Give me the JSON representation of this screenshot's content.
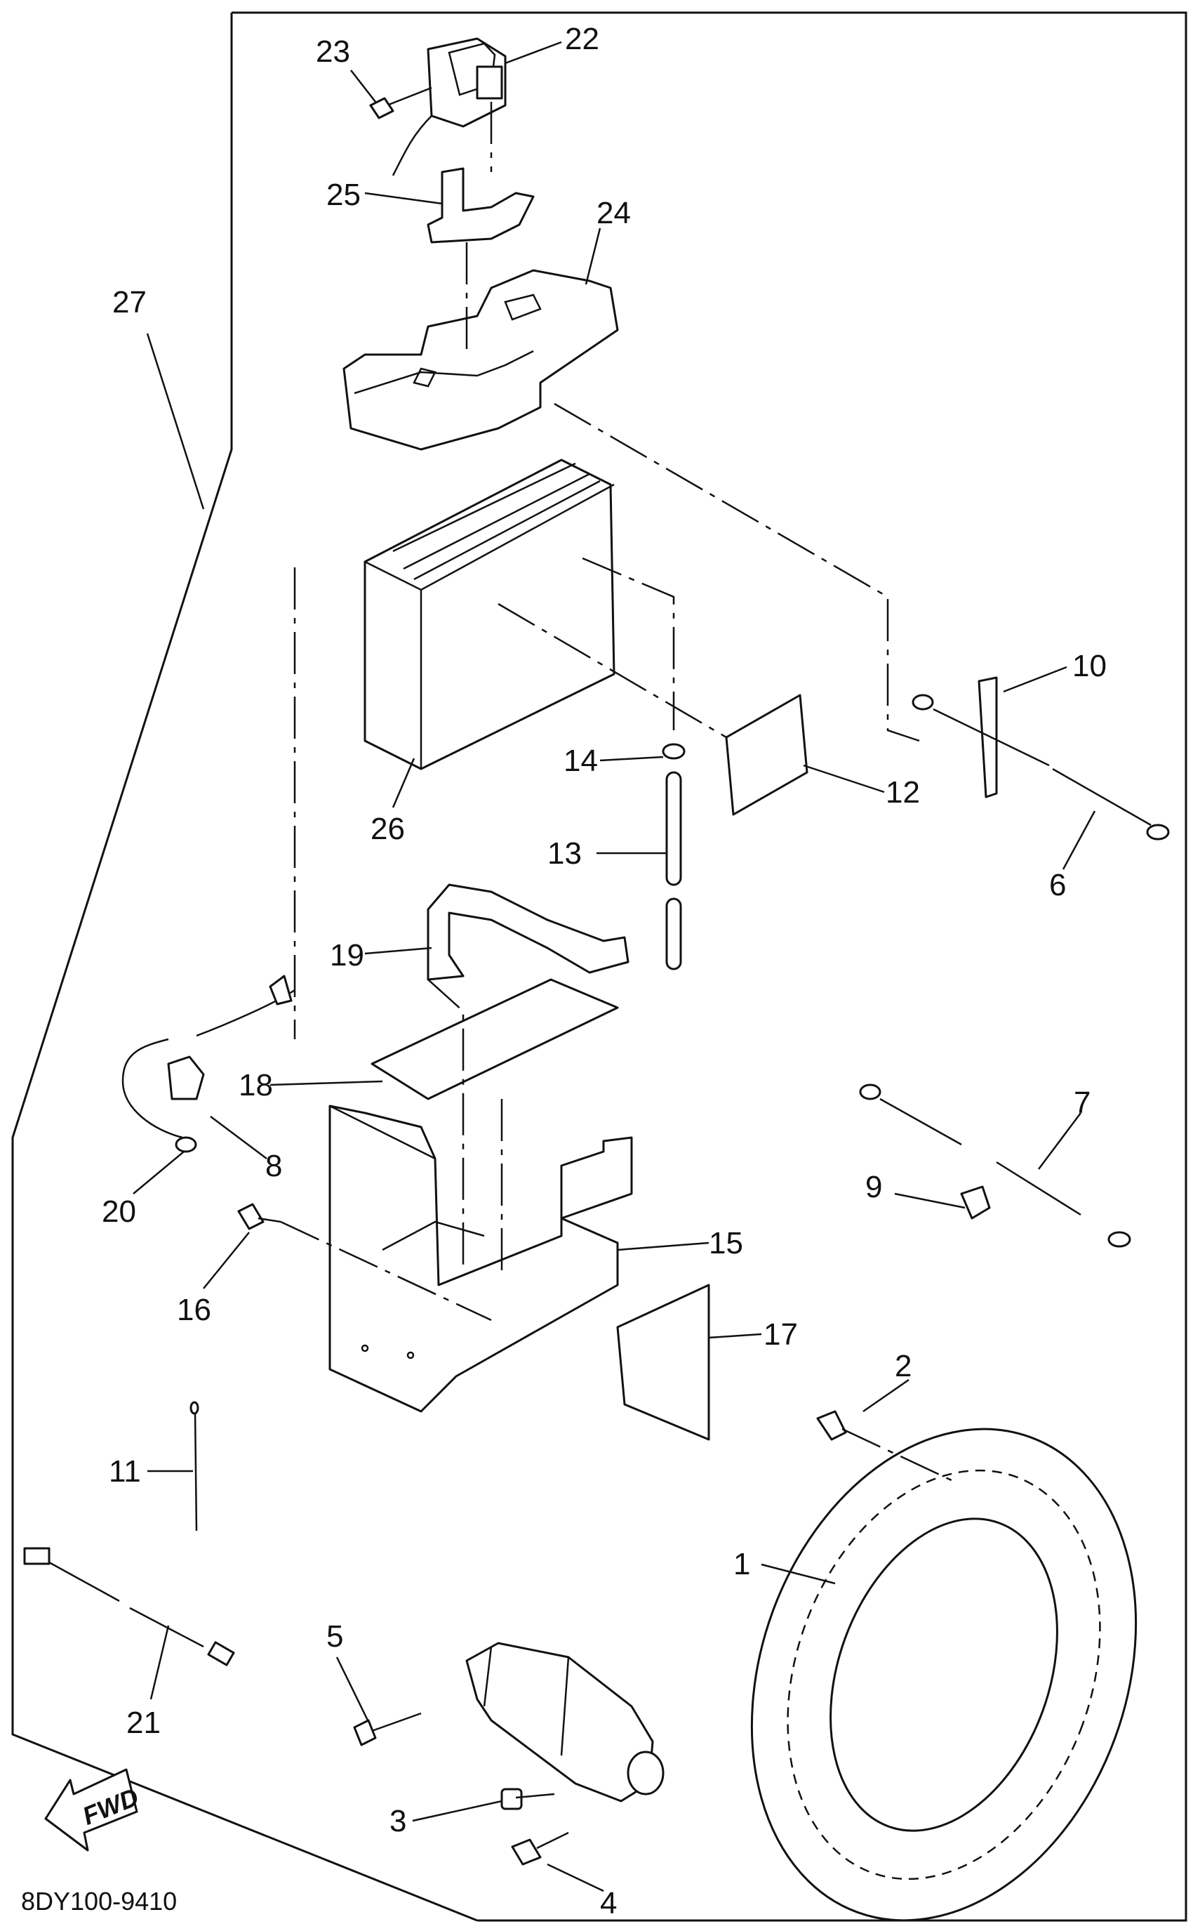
{
  "diagram": {
    "reference_code": "8DY100-9410",
    "fwd_label": "FWD",
    "callouts": [
      "1",
      "2",
      "3",
      "4",
      "5",
      "6",
      "7",
      "8",
      "9",
      "10",
      "11",
      "12",
      "13",
      "14",
      "15",
      "16",
      "17",
      "18",
      "19",
      "20",
      "21",
      "22",
      "23",
      "24",
      "25",
      "26",
      "27"
    ]
  }
}
